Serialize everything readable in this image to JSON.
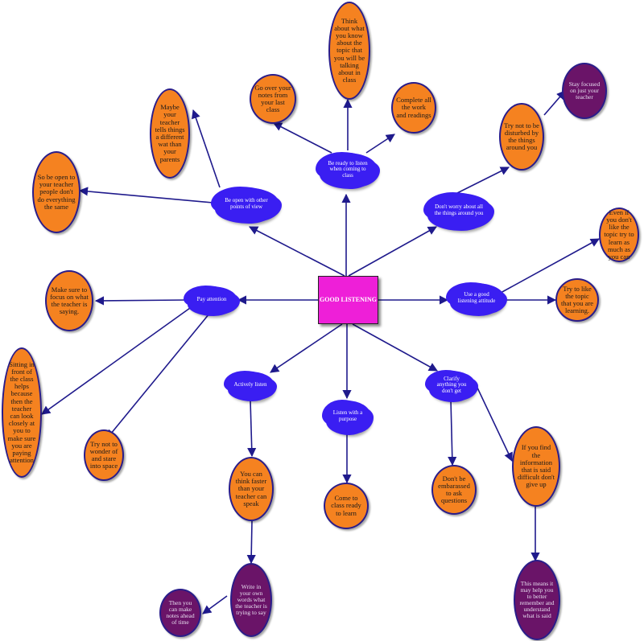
{
  "colors": {
    "center": "#ee1fd8",
    "cloud": "#3a1ef2",
    "orange": "#f58220",
    "purple": "#6a1468",
    "connector": "#1f1a8c"
  },
  "center": {
    "label": "GOOD LISTENING"
  },
  "clouds": {
    "prepare": "Be ready to listen when coming to class",
    "perspective": "Be open with other points of view",
    "distractions": "Don't worry about all the things around you",
    "concentrate": "Pay attention",
    "attitude": "Use a good listening attitude",
    "active": "Actively listen",
    "purpose": "Listen with a purpose",
    "questions": "Clarify anything you don't get"
  },
  "leaves": {
    "notes": "Go over your notes from your last class",
    "think_topic": "Think about what you know about the topic that you will be talking about in class",
    "complete_work": "Complete all the work and readings",
    "different_way": "Maybe your teacher tells things a different wat than your parents",
    "be_open": "So be open to your teacher people don't do everything the same",
    "not_disturbed": "Try not to be disturbed by the things around you",
    "stay_focused": "Stay focused on just your teacher",
    "dont_like": "Even if you don't like the topic try to learn as much as you can",
    "like_topic": "Try to like the topic that you are learning.",
    "focus_teacher": "Make sure to focus on what the teacher is saying.",
    "sit_front": "Sitting in front of the class helps because then the teacher can look closely at you to make sure you are paying attention",
    "no_wonder": "Try not to wonder of and stare into space",
    "think_faster": "You can think faster than your teacher can speak",
    "come_ready": "Come to class ready to learn",
    "not_embarrassed": "Don't be embarassed to ask questions",
    "difficult": "If you find the information that is said difficult don't give up",
    "summarize": "Write in your own words what the teacher is trying to say",
    "notes_time": "Then you can make notes ahead of time",
    "remember": "This means it may help you to better remember and understand what is said"
  }
}
